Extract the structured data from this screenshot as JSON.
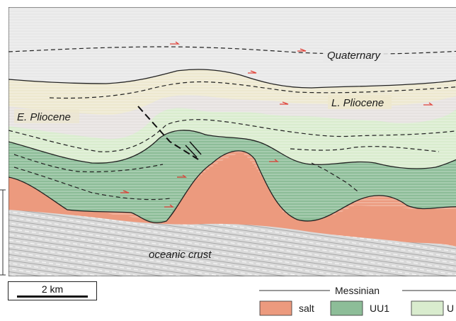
{
  "labels": {
    "quaternary": "Quaternary",
    "l_pliocene": "L. Pliocene",
    "e_pliocene": "E. Pliocene",
    "oceanic_crust": "oceanic crust"
  },
  "scale_bar": {
    "label": "2 km"
  },
  "legend": {
    "group_title": "Messinian",
    "items": [
      {
        "label": "salt",
        "color": "#ec9a7e"
      },
      {
        "label": "UU1",
        "color": "#8dbd98"
      },
      {
        "label": "U",
        "color": "#d9ecce"
      }
    ]
  },
  "colors": {
    "quaternary": "#e8e8e8",
    "l_pliocene": "#ede8cf",
    "e_pliocene": "#e6e2e0",
    "uu2": "#d9ecce",
    "uu1": "#8dbd98",
    "salt": "#ec9a7e",
    "crust": "#dcdcdc",
    "arrow": "#e0433a"
  }
}
